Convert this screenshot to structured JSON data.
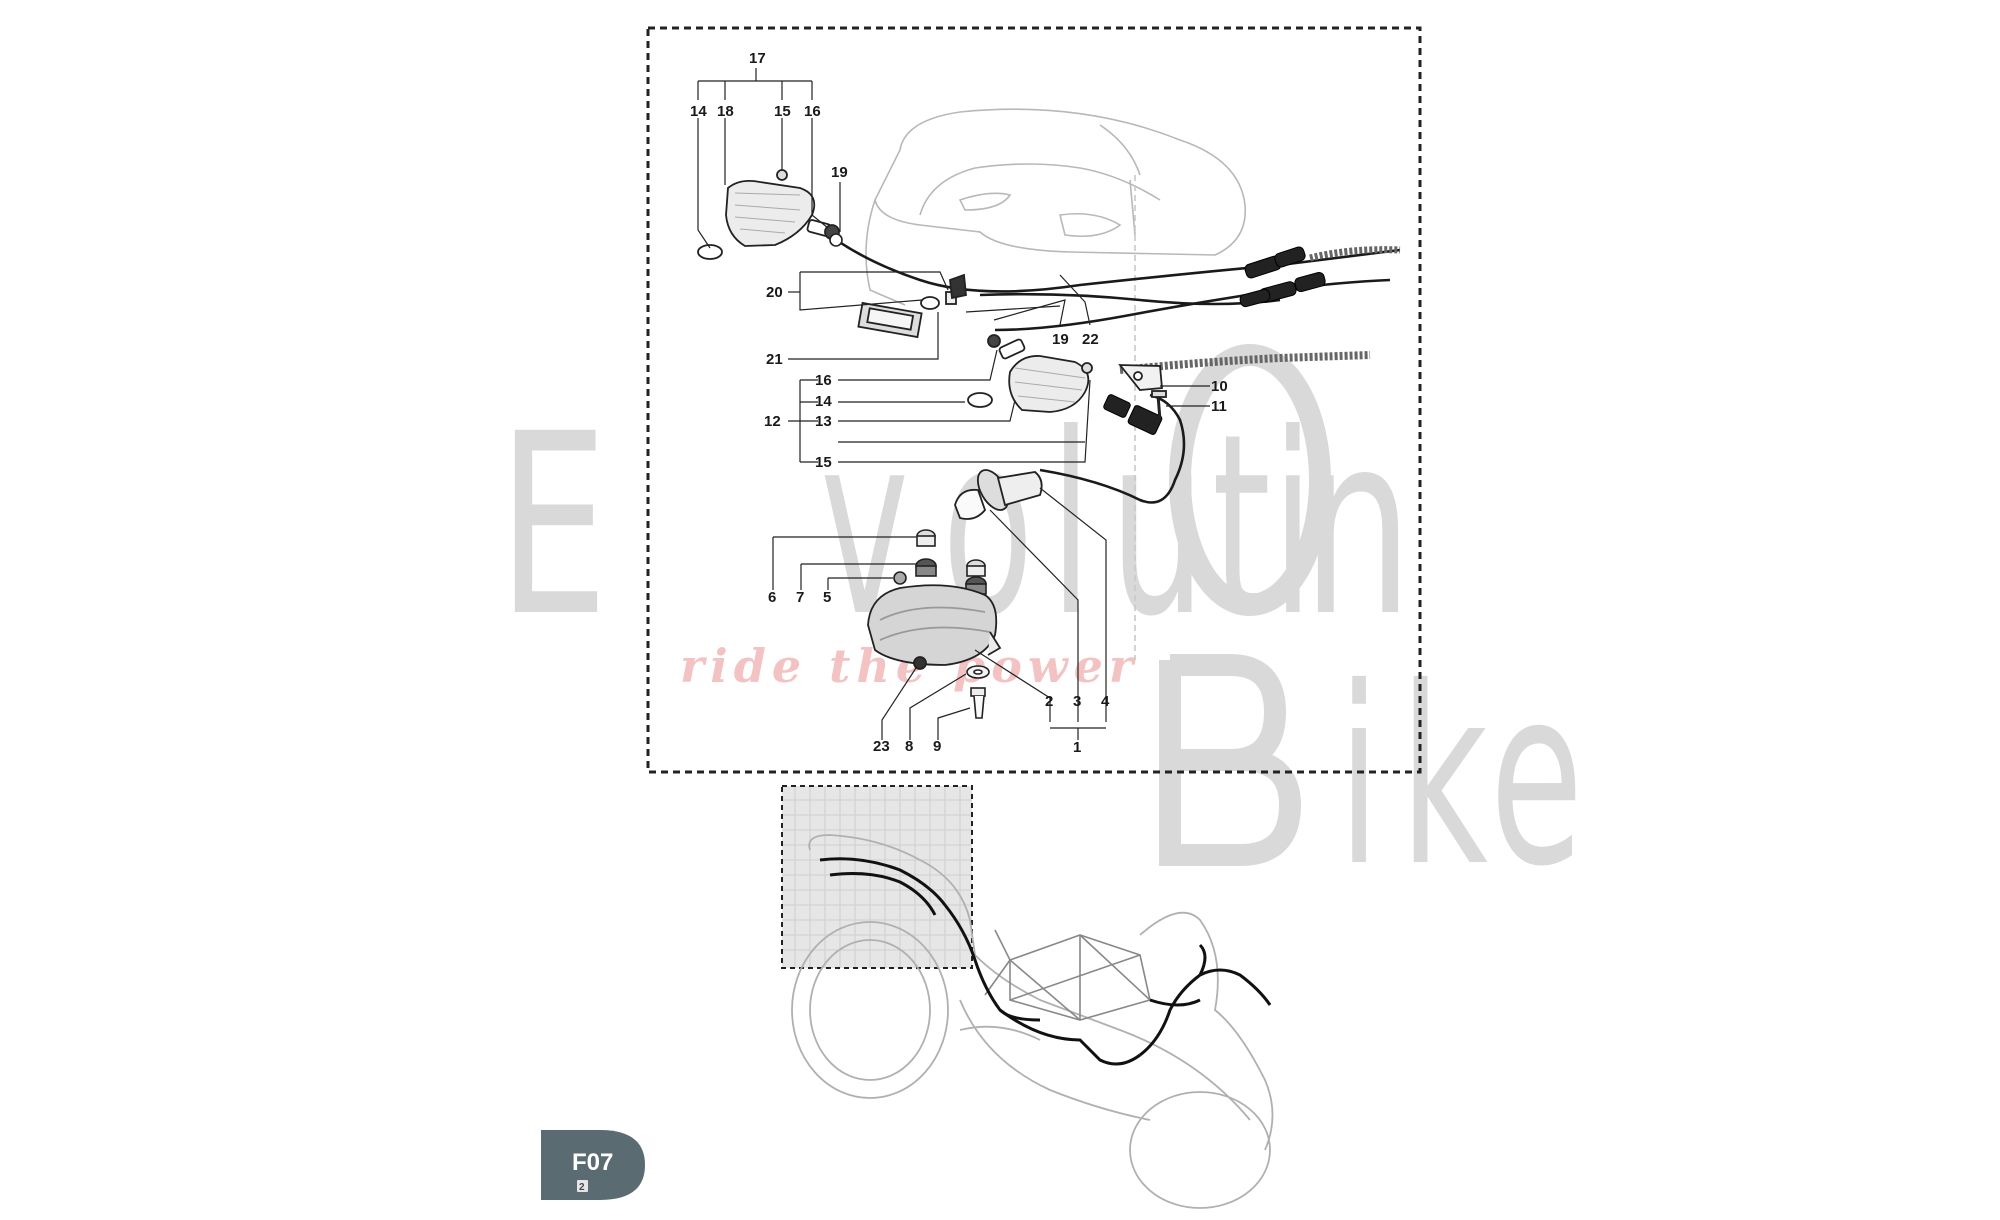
{
  "diagram": {
    "callouts": {
      "c17": "17",
      "c14a": "14",
      "c18": "18",
      "c15a": "15",
      "c16a": "16",
      "c19a": "19",
      "c20": "20",
      "c21": "21",
      "c19b": "19",
      "c22": "22",
      "c16b": "16",
      "c14b": "14",
      "c12": "12",
      "c13": "13",
      "c15b": "15",
      "c10": "10",
      "c11": "11",
      "c6": "6",
      "c7": "7",
      "c5": "5",
      "c23": "23",
      "c8": "8",
      "c9": "9",
      "c2": "2",
      "c3": "3",
      "c4": "4",
      "c1": "1"
    }
  },
  "watermark": {
    "line1": [
      "E",
      "v",
      "o",
      "l",
      "u",
      "t",
      "i",
      "O",
      "n"
    ],
    "line2": [
      "B",
      "i",
      "k",
      "e"
    ],
    "tagline": "ride the power"
  },
  "page_badge": {
    "code": "F07",
    "sub": "2",
    "color": "#5b6b72"
  }
}
